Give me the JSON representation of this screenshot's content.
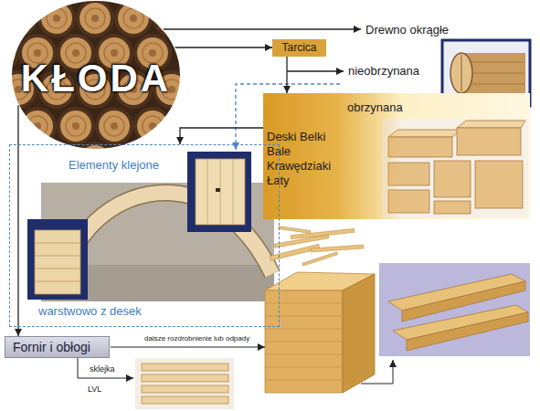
{
  "diagram": {
    "nodes": [
      {
        "text": [
          "KŁODA"
        ]
      },
      {
        "text": [
          "Tarcica"
        ]
      },
      {
        "text": [
          "obrzynana",
          "Deski Belki Bale Krawędziaki Łaty"
        ]
      },
      {
        "text": [
          "Elementy klejone",
          "warstwowo z desek"
        ]
      },
      {
        "text": [
          "Fornir i obłogi"
        ]
      }
    ],
    "edges": [
      {
        "from": 0,
        "to": 1,
        "arrow": "to"
      },
      {
        "from": 1,
        "to": 2,
        "arrow": "to"
      },
      {
        "from": 2,
        "to": 3,
        "arrow": "to"
      },
      {
        "from": 0,
        "to": 4,
        "arrow": "to"
      }
    ],
    "labels": [
      "Drewno okrągłe",
      "nieobrzynana",
      "dalsze rozdrobnienie lub odpady",
      "sklejka",
      "LVL"
    ]
  }
}
